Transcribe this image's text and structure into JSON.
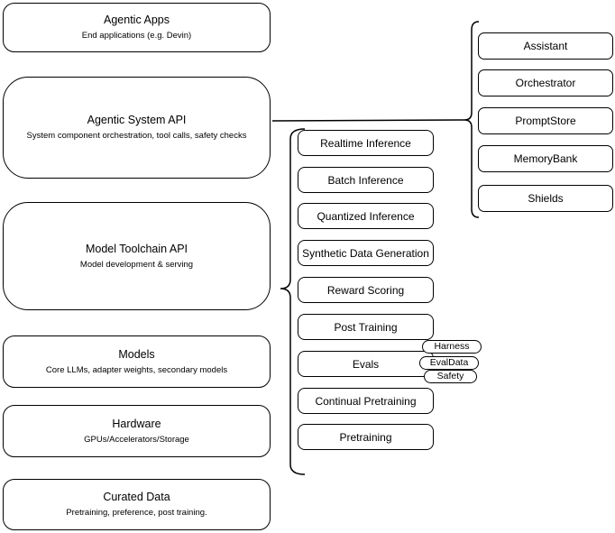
{
  "diagram": {
    "left_stack": [
      {
        "title": "Agentic Apps",
        "subtitle": "End applications (e.g. Devin)"
      },
      {
        "title": "Agentic System API",
        "subtitle": "System component orchestration, tool calls, safety checks"
      },
      {
        "title": "Model Toolchain API",
        "subtitle": "Model development & serving"
      },
      {
        "title": "Models",
        "subtitle": "Core LLMs, adapter weights, secondary models"
      },
      {
        "title": "Hardware",
        "subtitle": "GPUs/Accelerators/Storage"
      },
      {
        "title": "Curated Data",
        "subtitle": "Pretraining, preference, post training."
      }
    ],
    "toolchain_items": [
      "Realtime Inference",
      "Batch Inference",
      "Quantized Inference",
      "Synthetic Data Generation",
      "Reward Scoring",
      "Post Training",
      "Evals",
      "Continual Pretraining",
      "Pretraining"
    ],
    "evals_tags": [
      "Harness",
      "EvalData",
      "Safety"
    ],
    "system_components": [
      "Assistant",
      "Orchestrator",
      "PromptStore",
      "MemoryBank",
      "Shields"
    ],
    "colors": {
      "stroke": "#000000",
      "fill": "#ffffff",
      "background": "#ffffff",
      "text": "#000000"
    }
  }
}
